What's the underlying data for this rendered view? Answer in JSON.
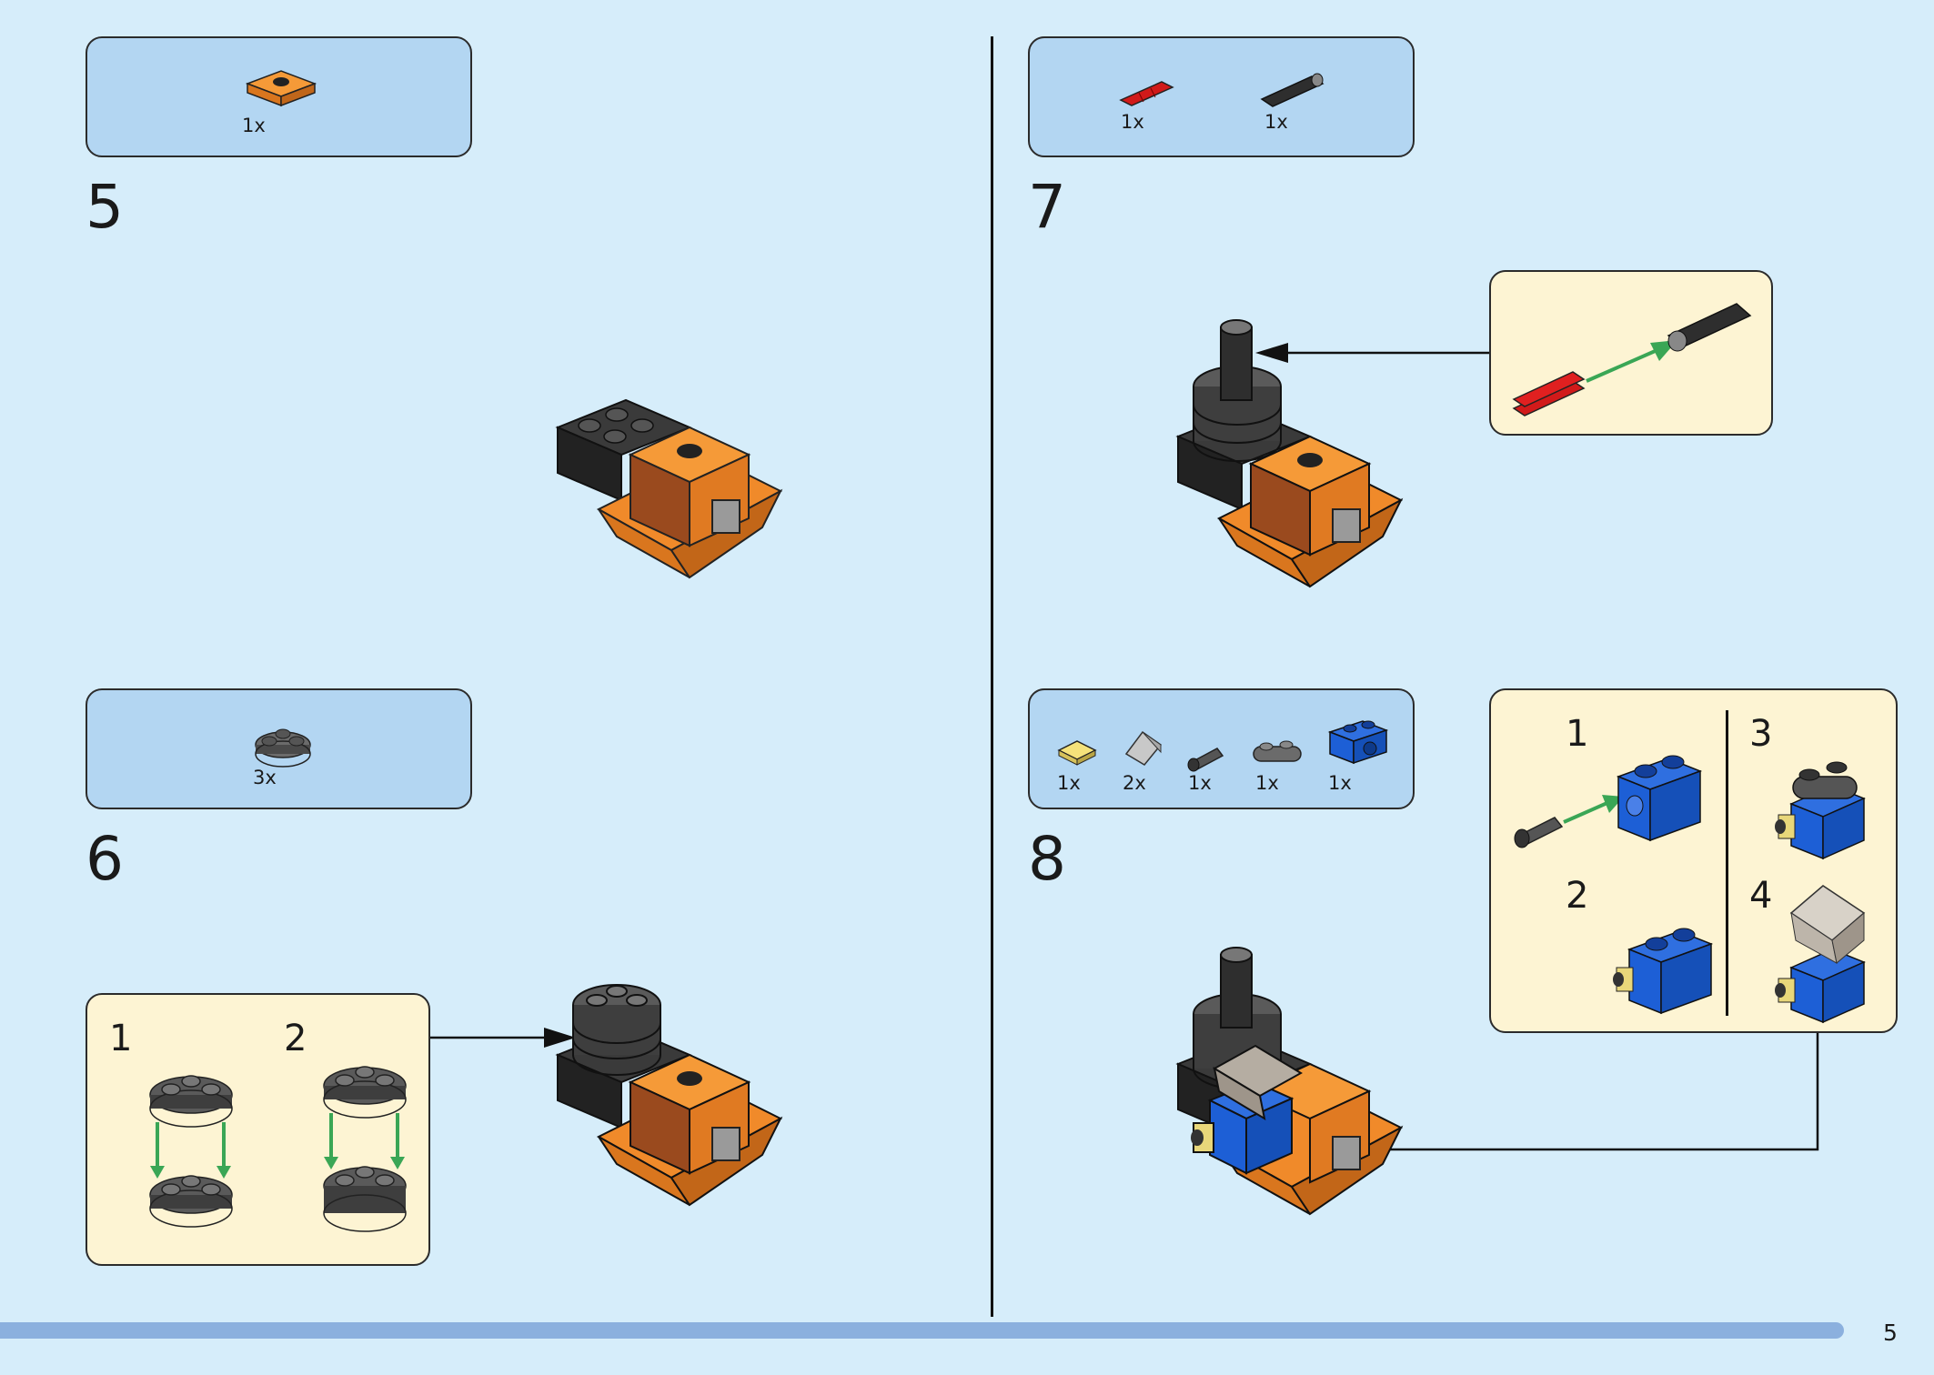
{
  "page": {
    "number": "5"
  },
  "steps": [
    {
      "number": "5",
      "parts": [
        {
          "qty": "1x",
          "icon": "orange-plate-2x2-icon"
        }
      ]
    },
    {
      "number": "6",
      "parts": [
        {
          "qty": "3x",
          "icon": "dark-gray-round-plate-icon"
        }
      ],
      "callout": {
        "substeps": [
          "1",
          "2"
        ]
      }
    },
    {
      "number": "7",
      "parts": [
        {
          "qty": "1x",
          "icon": "red-axle-connector-icon"
        },
        {
          "qty": "1x",
          "icon": "black-axle-icon"
        }
      ]
    },
    {
      "number": "8",
      "parts": [
        {
          "qty": "1x",
          "icon": "yellow-plate-icon"
        },
        {
          "qty": "2x",
          "icon": "transparent-slope-icon"
        },
        {
          "qty": "1x",
          "icon": "gray-pin-icon"
        },
        {
          "qty": "1x",
          "icon": "gray-plate-1x2-icon"
        },
        {
          "qty": "1x",
          "icon": "blue-technic-brick-icon"
        }
      ],
      "callout": {
        "substeps": [
          "1",
          "2",
          "3",
          "4"
        ]
      }
    }
  ],
  "colors": {
    "background": "#d6edfa",
    "parts_box": "#b3d6f2",
    "callout": "#fdf4d3",
    "orange": "#f08a2a",
    "black_brick": "#2a2a2a",
    "gray": "#6b6b6b",
    "blue": "#1d5fd6",
    "green_arrow": "#3aa655",
    "red": "#d11a1a"
  }
}
